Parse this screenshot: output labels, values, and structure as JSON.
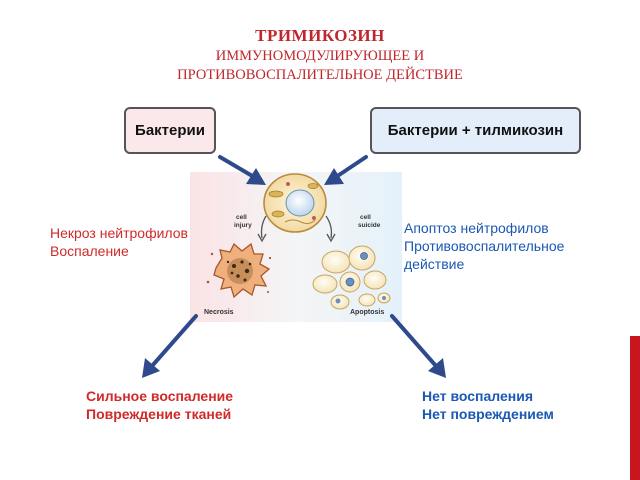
{
  "title": {
    "line1": "ТРИМИКОЗИН",
    "line2": "ИММУНОМОДУЛИРУЮЩЕЕ И",
    "line3": "ПРОТИВОВОСПАЛИТЕЛЬНОЕ ДЕЙСТВИЕ"
  },
  "boxes": {
    "left_label": "Бактерии",
    "right_label": "Бактерии + тилмикозин"
  },
  "left_text": {
    "line1": "Некроз нейтрофилов",
    "line2": "Воспаление"
  },
  "right_text": {
    "line1": "Апоптоз нейтрофилов",
    "line2": "Противовоспалительное",
    "line3": "действие"
  },
  "bottom_left": {
    "line1": "Сильное воспаление",
    "line2": "Повреждение тканей"
  },
  "bottom_right": {
    "line1": "Нет воспаления",
    "line2": "Нет повреждением"
  },
  "diagram": {
    "cell_injury_line1": "cell",
    "cell_injury_line2": "injury",
    "cell_suicide_line1": "cell",
    "cell_suicide_line2": "suicide",
    "necrosis_label": "Necrosis",
    "apoptosis_label": "Apoptosis"
  },
  "colors": {
    "title_red": "#c0262d",
    "text_red": "#d02a2a",
    "text_blue": "#1b58b4",
    "arrow_navy": "#2f4a8c",
    "accent_bar": "#c8161f"
  }
}
